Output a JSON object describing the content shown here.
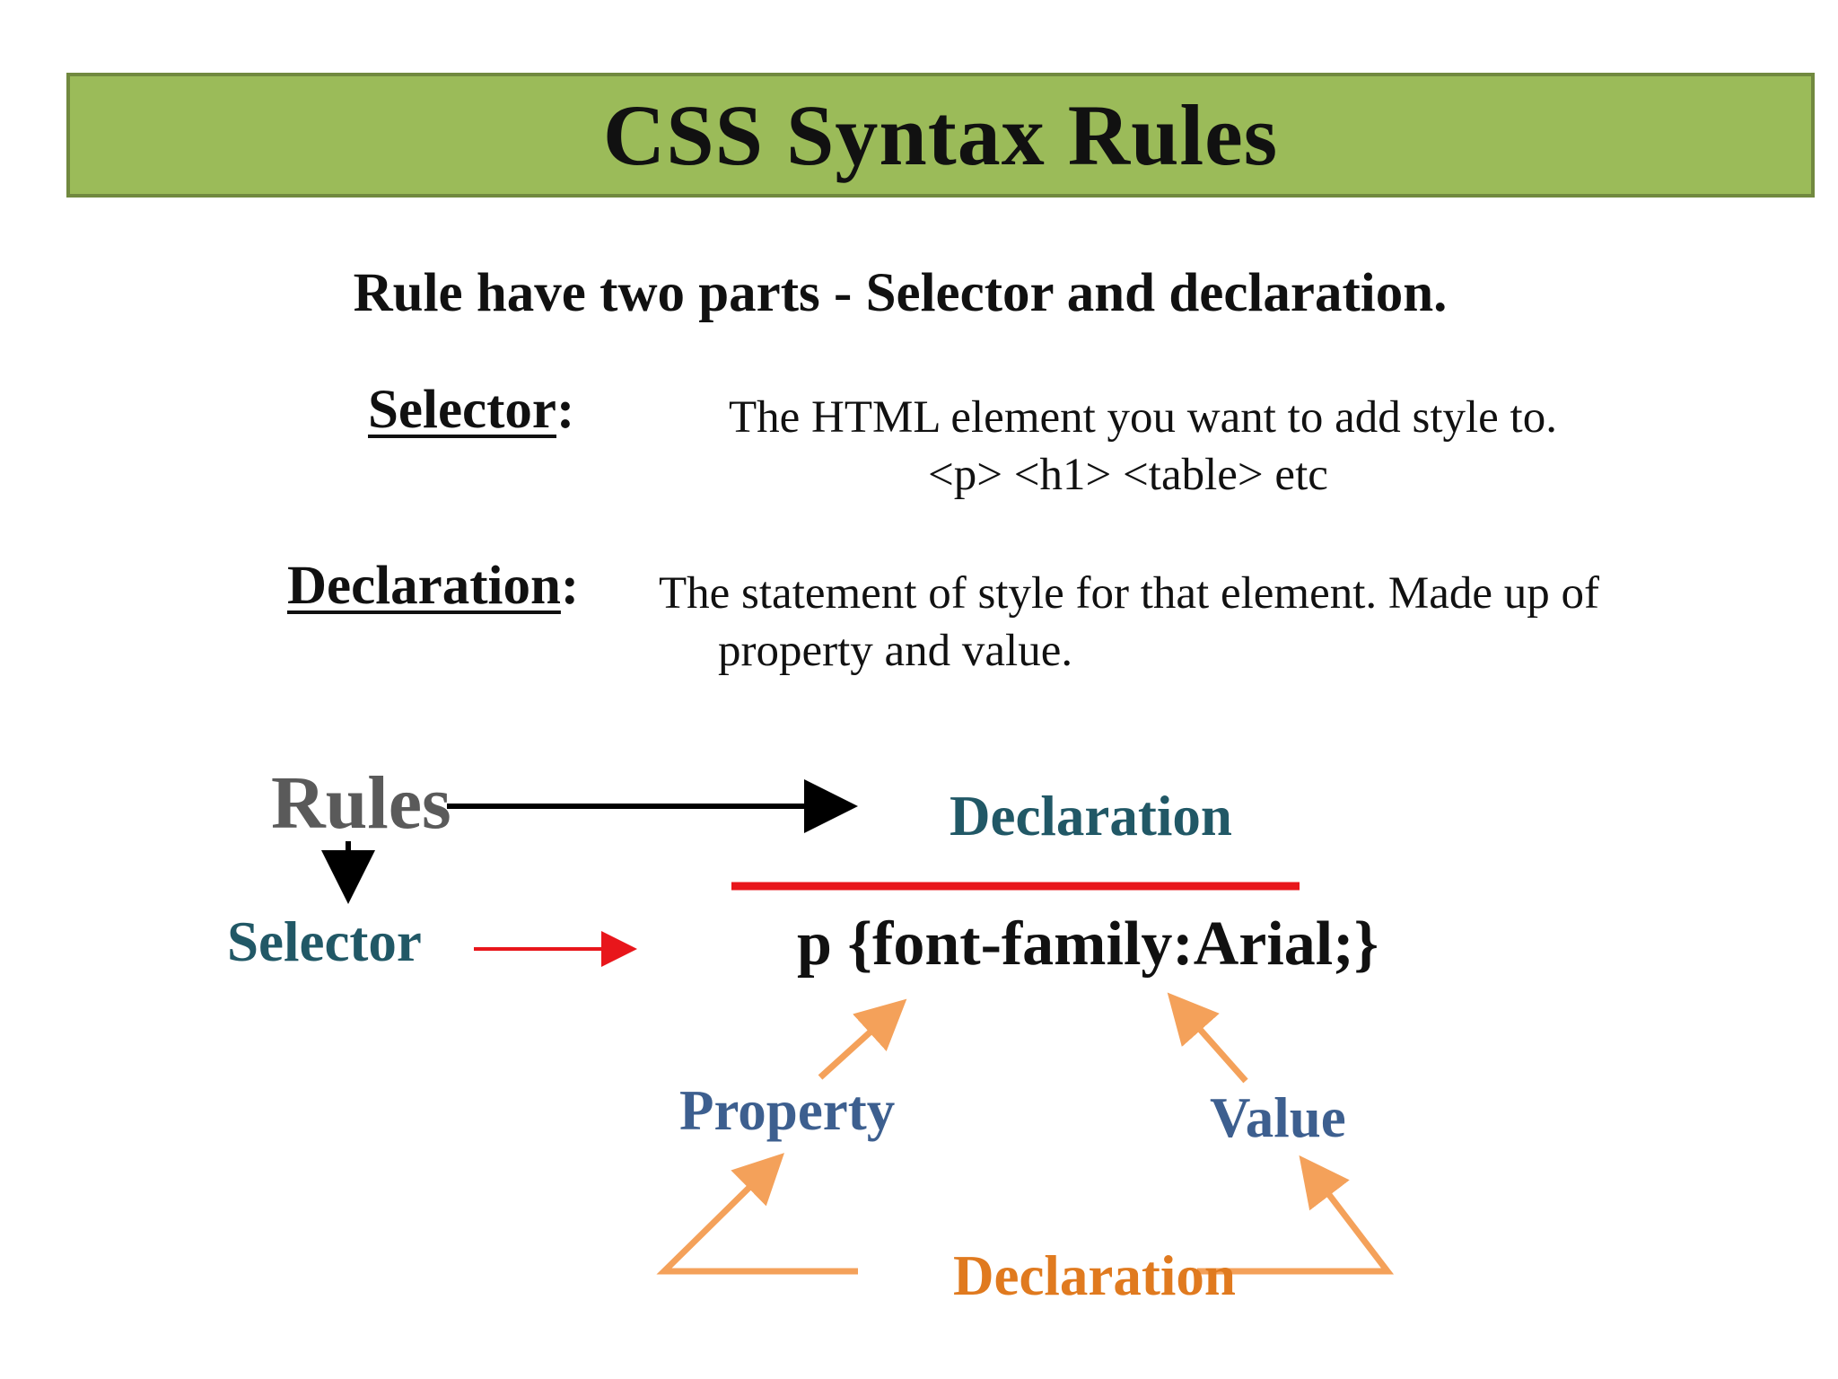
{
  "title": "CSS Syntax Rules",
  "subtitle": "Rule have two parts - Selector and declaration.",
  "selector_def": {
    "term": "Selector",
    "colon": ":",
    "line1": "The HTML element you want to add style to.",
    "line2": "<p>  <h1>  <table>  etc"
  },
  "declaration_def": {
    "term": "Declaration",
    "colon": ":",
    "line1": "The statement of  style for that element.  Made up of",
    "line2": "property and value."
  },
  "diagram": {
    "rules_label": "Rules",
    "declaration_label": "Declaration",
    "selector_label": "Selector",
    "code_example": "p {font-family:Arial;}",
    "property_label": "Property",
    "value_label": "Value",
    "bottom_declaration_label": "Declaration",
    "colors": {
      "title_bar": "#9bbb59",
      "rules": "#5a5a5a",
      "teal": "#215866",
      "blue": "#3d5f8f",
      "orange": "#e07a1f",
      "orange_arrow": "#f4a15a",
      "red": "#e8161b"
    }
  }
}
